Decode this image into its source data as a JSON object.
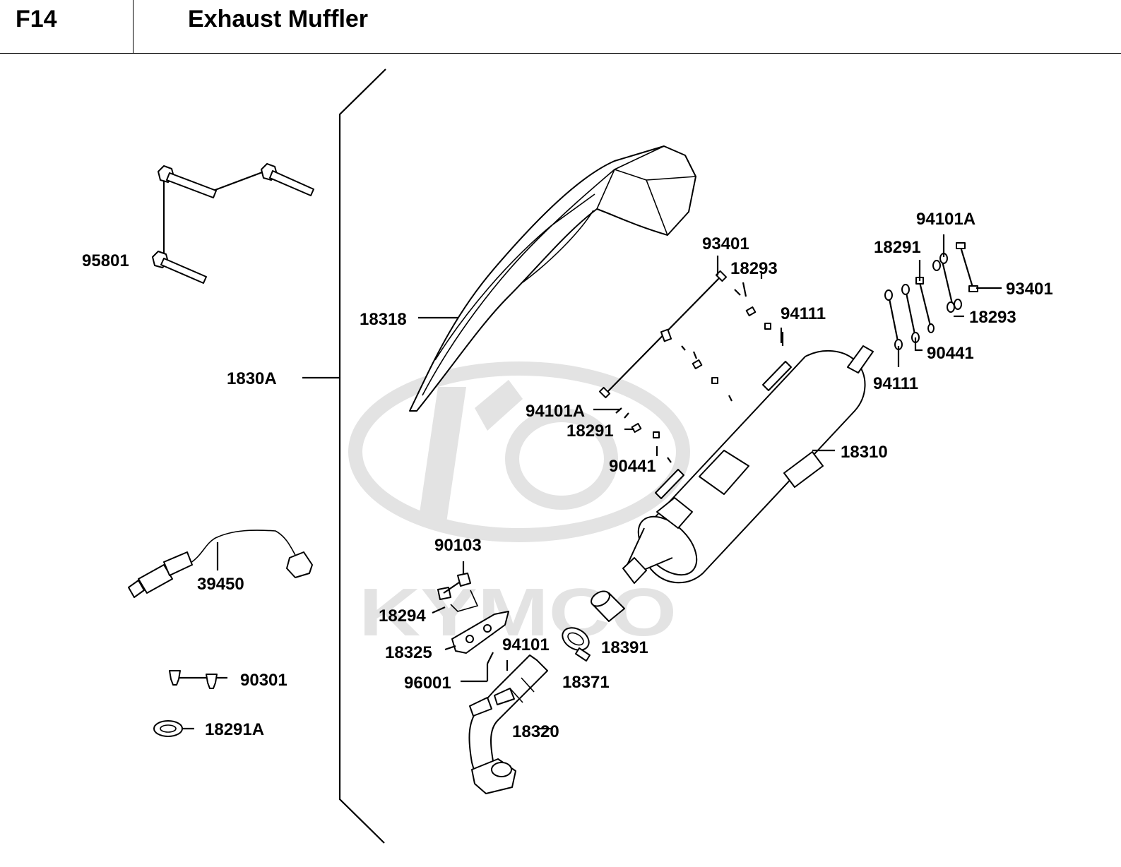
{
  "header": {
    "code": "F14",
    "title": "Exhaust Muffler"
  },
  "watermark": {
    "brand": "KYMCO"
  },
  "callouts": [
    {
      "id": "95801",
      "text": "95801"
    },
    {
      "id": "1830A",
      "text": "1830A"
    },
    {
      "id": "18318",
      "text": "18318"
    },
    {
      "id": "93401-a",
      "text": "93401"
    },
    {
      "id": "18293-a",
      "text": "18293"
    },
    {
      "id": "94111-a",
      "text": "94111"
    },
    {
      "id": "94101A-a",
      "text": "94101A"
    },
    {
      "id": "18291-a",
      "text": "18291"
    },
    {
      "id": "90441-a",
      "text": "90441"
    },
    {
      "id": "18310",
      "text": "18310"
    },
    {
      "id": "94101A-b",
      "text": "94101A"
    },
    {
      "id": "18291-b",
      "text": "18291"
    },
    {
      "id": "93401-b",
      "text": "93401"
    },
    {
      "id": "18293-b",
      "text": "18293"
    },
    {
      "id": "90441-b",
      "text": "90441"
    },
    {
      "id": "94111-b",
      "text": "94111"
    },
    {
      "id": "39450",
      "text": "39450"
    },
    {
      "id": "90103",
      "text": "90103"
    },
    {
      "id": "18294",
      "text": "18294"
    },
    {
      "id": "18325",
      "text": "18325"
    },
    {
      "id": "94101",
      "text": "94101"
    },
    {
      "id": "96001",
      "text": "96001"
    },
    {
      "id": "18391",
      "text": "18391"
    },
    {
      "id": "18371",
      "text": "18371"
    },
    {
      "id": "18320",
      "text": "18320"
    },
    {
      "id": "90301",
      "text": "90301"
    },
    {
      "id": "18291A",
      "text": "18291A"
    }
  ]
}
